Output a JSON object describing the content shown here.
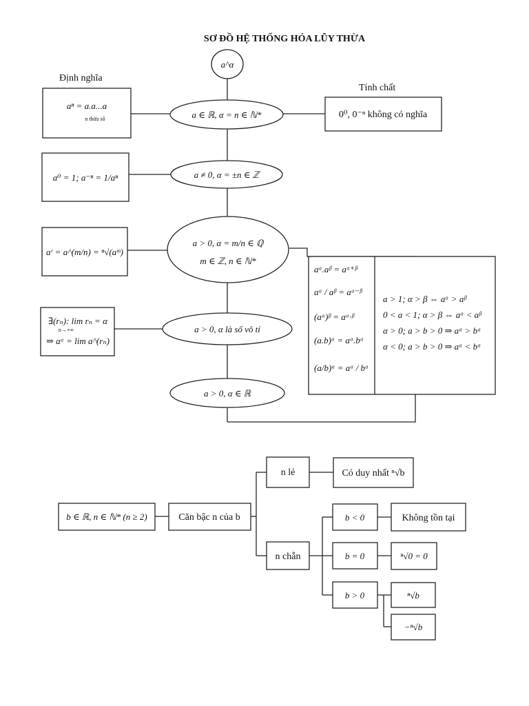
{
  "title": "SƠ ĐỒ HỆ THỐNG HÓA LŨY THỪA",
  "top_node": "a^α",
  "side_labels": {
    "left": "Định nghĩa",
    "right": "Tính chất"
  },
  "chain": [
    "a ∈ ℝ, α = n ∈ ℕ*",
    "a ≠ 0, α = ±n ∈ ℤ",
    "a > 0, α = m/n ∈ ℚ",
    "m ∈ ℤ, n ∈ ℕ*",
    "a > 0, α là số vô tỉ",
    "a > 0, α ∈ ℝ"
  ],
  "definitions": {
    "d1_main": "aⁿ = a.a...a",
    "d1_sub": "n thừa số",
    "d2": "a⁰ = 1; a⁻ⁿ = 1/aⁿ",
    "d3": "aʳ = a^(m/n) = ⁿ√(aᵐ)",
    "d4_line1": "∃(rₙ): lim rₙ = α",
    "d4_line2": "⇒ aᵅ = lim a^(rₙ)",
    "d4_sub": "n→+∞"
  },
  "property_box": "0⁰, 0⁻ⁿ không có nghĩa",
  "rules_left": [
    "aᵅ.aᵝ = aᵅ⁺ᵝ",
    "aᵅ / aᵝ = aᵅ⁻ᵝ",
    "(aᵅ)ᵝ = aᵅ·ᵝ",
    "(a.b)ᵅ = aᵅ.bᵅ",
    "(a/b)ᵅ = aᵅ / bᵅ"
  ],
  "rules_right": [
    "a > 1;  α > β ⇔ aᵅ > aᵝ",
    "0 < a < 1;  α > β ⇔ aᵅ < aᵝ",
    "α > 0;  a > b > 0 ⇒ aᵅ > bᵅ",
    "α < 0;  a > b > 0 ⇒ aᵅ < bᵅ"
  ],
  "roots": {
    "start": "b ∈ ℝ, n ∈ ℕ* (n ≥ 2)",
    "root_label": "Căn bậc n của b",
    "odd": "n lẻ",
    "odd_result": "Có duy nhất ⁿ√b",
    "even": "n chẵn",
    "neg": "b < 0",
    "neg_result": "Không tồn tại",
    "zero": "b = 0",
    "zero_result": "ⁿ√0 = 0",
    "pos": "b > 0",
    "pos_result1": "ⁿ√b",
    "pos_result2": "−ⁿ√b"
  }
}
